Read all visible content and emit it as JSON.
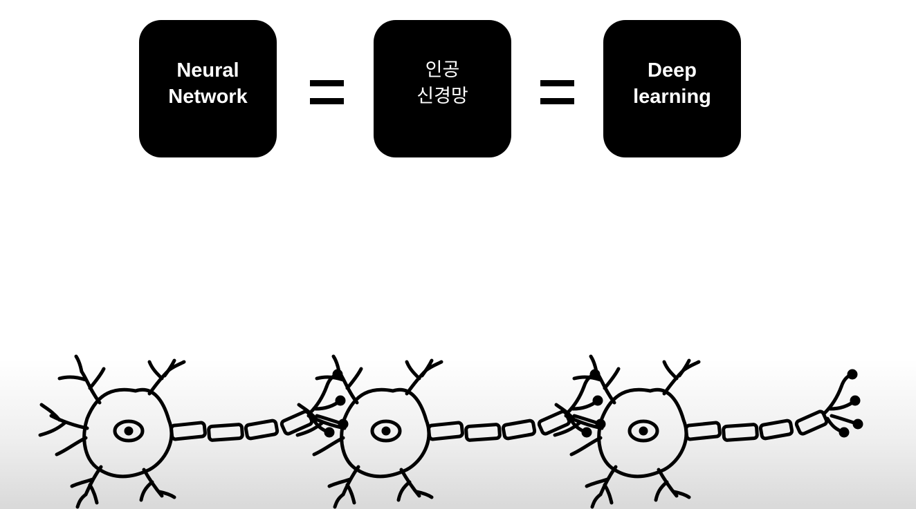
{
  "equation": {
    "terms": [
      {
        "label": "Neural\nNetwork"
      },
      {
        "label": "인공\n신경망"
      },
      {
        "label": "Deep\nlearning"
      }
    ],
    "operator": "="
  },
  "illustration": {
    "subject": "neuron-chain",
    "neuron_count": 3,
    "stroke_color": "#000000"
  },
  "colors": {
    "box_background": "#000000",
    "box_text": "#ffffff",
    "page_background_top": "#ffffff",
    "page_background_bottom": "#d9d9d9"
  }
}
